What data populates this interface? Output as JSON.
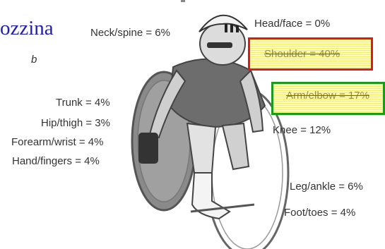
{
  "title": "ozzina",
  "subtitle": "b",
  "labels": {
    "head_face": "Head/face = 0%",
    "neck_spine": "Neck/spine = 6%",
    "shoulder": "Shoulder = 40%",
    "arm_elbow": "Arm/elbow = 17%",
    "trunk": "Trunk = 4%",
    "hip_thigh": "Hip/thigh = 3%",
    "forearm_wrist": "Forearm/wrist = 4%",
    "hand_fingers": "Hand/fingers = 4%",
    "knee": "Knee = 12%",
    "leg_ankle": "Leg/ankle = 6%",
    "foot_toes": "Foot/toes = 4%"
  },
  "highlights": {
    "shoulder_border_color": "#e01818",
    "arm_border_color": "#1b9a1b",
    "fill_color": "#f4ee5a"
  }
}
